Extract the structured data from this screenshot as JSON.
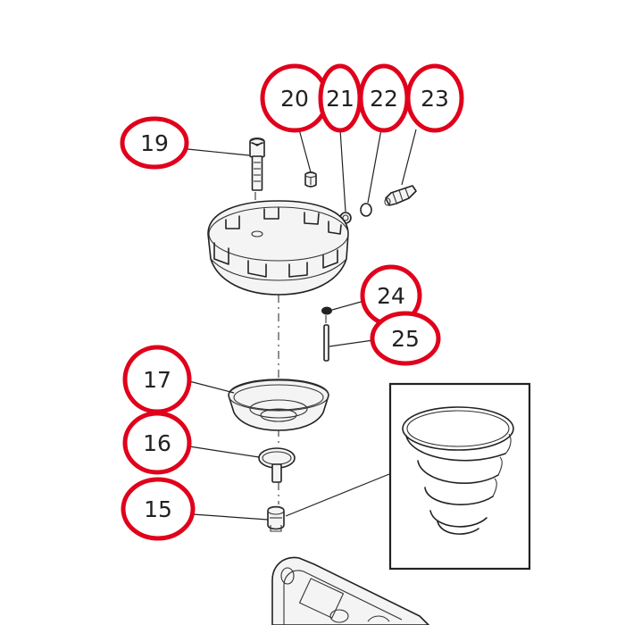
{
  "style": {
    "callout_color": "#e0001b",
    "line_color": "#222222"
  },
  "callouts": [
    {
      "id": "c19",
      "label": "19"
    },
    {
      "id": "c20",
      "label": "20"
    },
    {
      "id": "c21",
      "label": "21"
    },
    {
      "id": "c22",
      "label": "22"
    },
    {
      "id": "c23",
      "label": "23"
    },
    {
      "id": "c24",
      "label": "24"
    },
    {
      "id": "c25",
      "label": "25"
    },
    {
      "id": "c17",
      "label": "17"
    },
    {
      "id": "c16",
      "label": "16"
    },
    {
      "id": "c15",
      "label": "15"
    }
  ]
}
